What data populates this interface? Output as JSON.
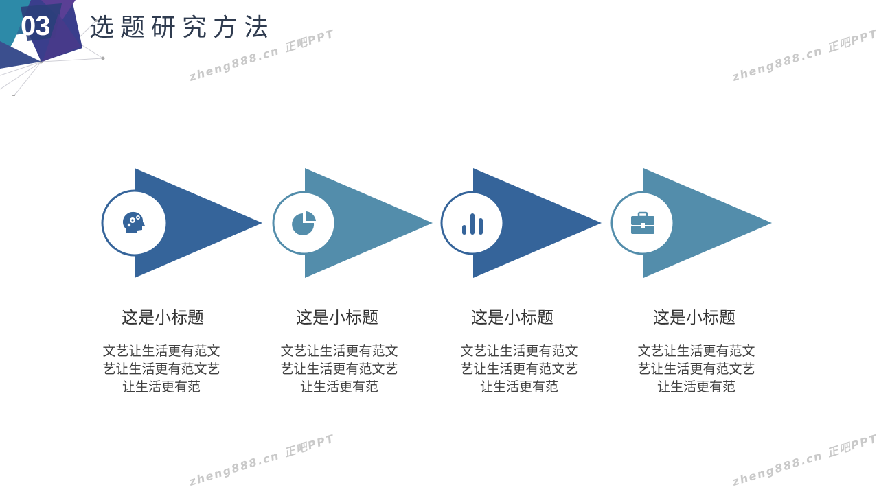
{
  "section": {
    "number": "03",
    "title": "选题研究方法"
  },
  "watermarks": [
    "zheng888.cn 正吧PPT",
    "zheng888.cn 正吧PPT",
    "zheng888.cn 正吧PPT",
    "zheng888.cn 正吧PPT"
  ],
  "colors": {
    "dark_blue": "#35649a",
    "teal_blue": "#538dab",
    "title_text": "#2f3b4f"
  },
  "steps": [
    {
      "icon": "head-gears-icon",
      "color": "#35649a",
      "title": "这是小标题",
      "desc": [
        "文艺让生活更有范文",
        "艺让生活更有范文艺",
        "让生活更有范"
      ]
    },
    {
      "icon": "pie-chart-icon",
      "color": "#538dab",
      "title": "这是小标题",
      "desc": [
        "文艺让生活更有范文",
        "艺让生活更有范文艺",
        "让生活更有范"
      ]
    },
    {
      "icon": "bar-chart-icon",
      "color": "#35649a",
      "title": "这是小标题",
      "desc": [
        "文艺让生活更有范文",
        "艺让生活更有范文艺",
        "让生活更有范"
      ]
    },
    {
      "icon": "briefcase-icon",
      "color": "#538dab",
      "title": "这是小标题",
      "desc": [
        "文艺让生活更有范文",
        "艺让生活更有范文艺",
        "让生活更有范"
      ]
    }
  ]
}
